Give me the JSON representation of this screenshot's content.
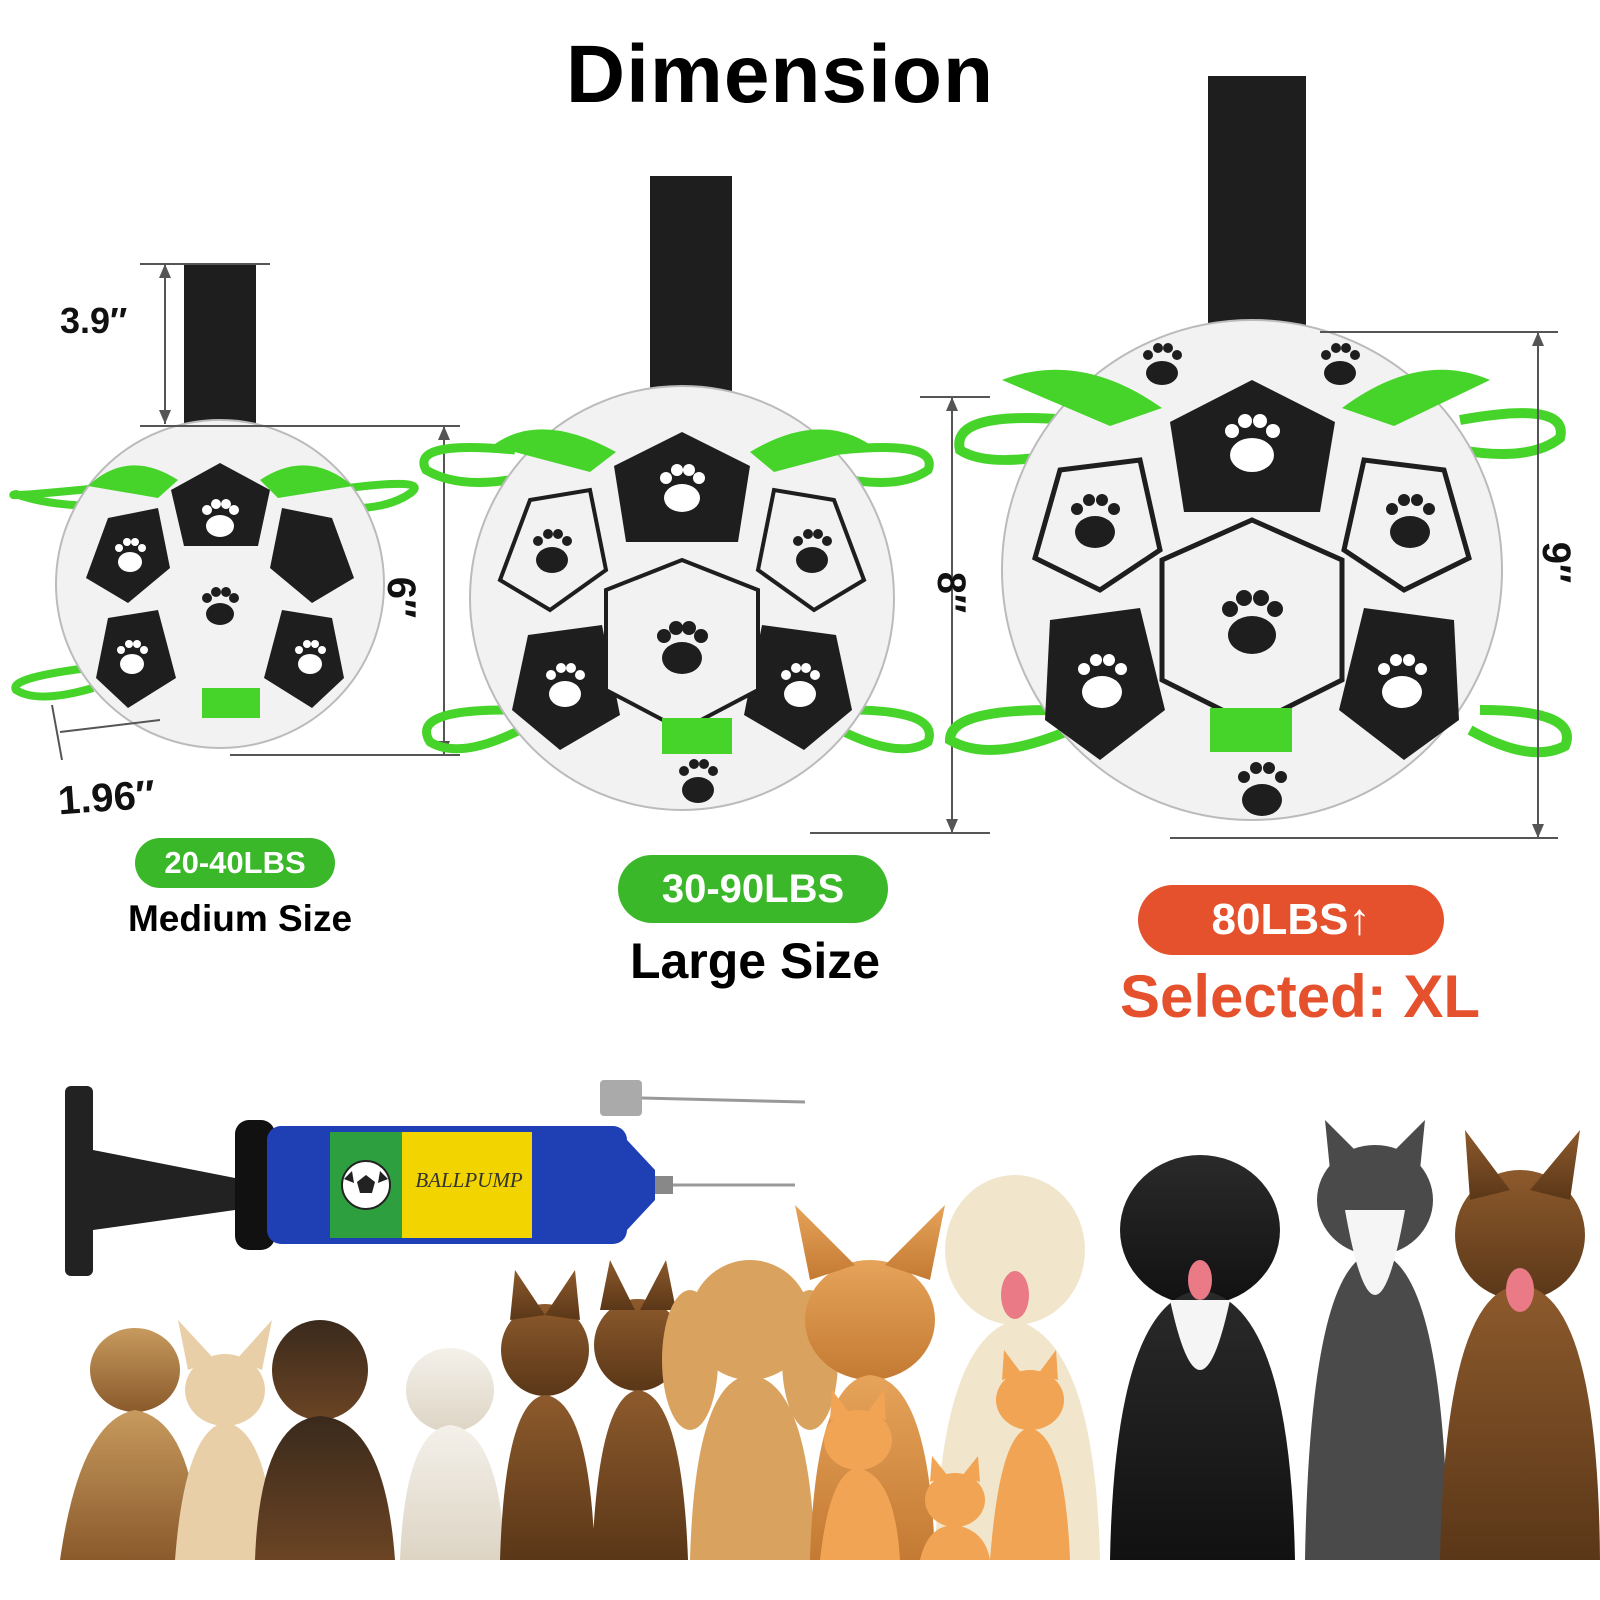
{
  "title": "Dimension",
  "colors": {
    "accent_green": "#3bb82a",
    "accent_red": "#e5502d",
    "ball_black": "#1e1e1e",
    "tab_green": "#46d42a",
    "pump_blue": "#1f3fb5",
    "pump_yellow": "#f2d500"
  },
  "sizes": [
    {
      "id": "medium",
      "weight": "20-40LBS",
      "name": "Medium Size",
      "strap_length": "3.9″",
      "diameter": "6″",
      "tab_width": "1.96′′",
      "selected": false
    },
    {
      "id": "large",
      "weight": "30-90LBS",
      "name": "Large Size",
      "diameter": "8″",
      "selected": false
    },
    {
      "id": "xl",
      "weight": "80LBS↑",
      "name": "Selected: XL",
      "diameter": "9″",
      "selected": true
    }
  ],
  "pump": {
    "label": "BALLPUMP",
    "icons": [
      "soccer-ball-icon",
      "needle-icon"
    ]
  },
  "dogs": {
    "icon": "dog-silhouette-icon"
  }
}
